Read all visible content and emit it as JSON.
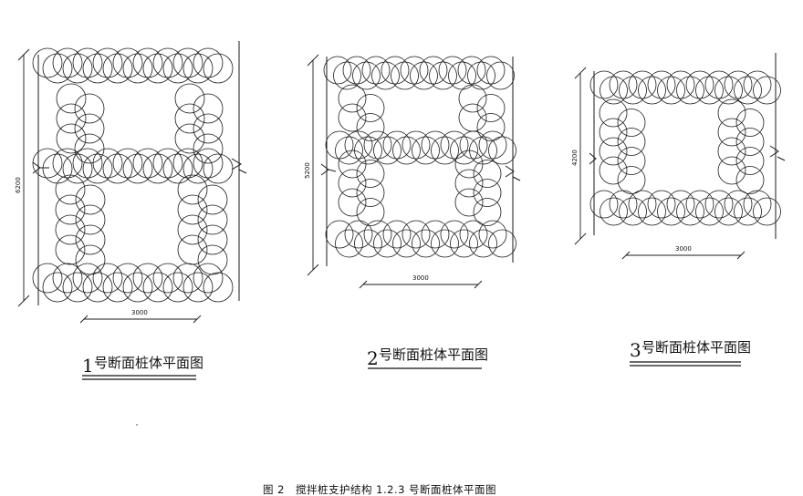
{
  "figure": {
    "caption": "图 2　搅拌桩支护结构 1.2.3 号断面桩体平面图"
  },
  "sections": [
    {
      "id": "section-1",
      "title_num": "1",
      "title_text": "号断面桩体平面图",
      "depth_label": "6200",
      "width_label": "3000"
    },
    {
      "id": "section-2",
      "title_num": "2",
      "title_text": "号断面桩体平面图",
      "depth_label": "5200",
      "width_label": "3000"
    },
    {
      "id": "section-3",
      "title_num": "3",
      "title_text": "号断面桩体平面图",
      "depth_label": "4200",
      "width_label": "3000"
    }
  ]
}
